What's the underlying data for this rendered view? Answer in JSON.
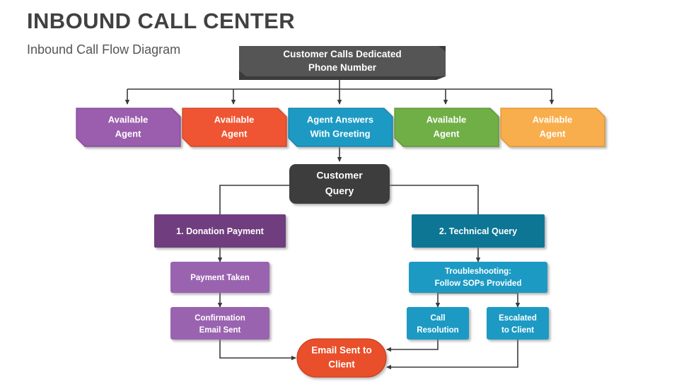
{
  "header": {
    "title": "INBOUND CALL CENTER",
    "subtitle": "Inbound Call Flow Diagram"
  },
  "colors": {
    "title_text": "#414141",
    "subtitle_text": "#555555",
    "dark_gray": "#4A4A4A",
    "query_gray": "#3D3D3D",
    "purple": "#9B5DAE",
    "red_orange": "#EF5533",
    "blue": "#1B9AC4",
    "green": "#6FAF44",
    "orange": "#F9AE4D",
    "dark_purple": "#6F3D7F",
    "light_purple": "#9A63B0",
    "dark_teal": "#0C7694",
    "email_pill": "#E8502A",
    "connector": "#3A3A3A",
    "box_text": "#FFFFFF"
  },
  "diagram": {
    "type": "flowchart",
    "entry": {
      "id": "customer-calls",
      "label_lines": [
        "Customer Calls Dedicated",
        "Phone Number"
      ],
      "shape": "chamfered-bevel",
      "color": "dark_gray"
    },
    "agents": [
      {
        "id": "agent-1",
        "label_lines": [
          "Available",
          "Agent"
        ],
        "color": "purple"
      },
      {
        "id": "agent-2",
        "label_lines": [
          "Available",
          "Agent"
        ],
        "color": "red_orange"
      },
      {
        "id": "agent-3",
        "label_lines": [
          "Agent Answers",
          "With Greeting"
        ],
        "color": "blue"
      },
      {
        "id": "agent-4",
        "label_lines": [
          "Available",
          "Agent"
        ],
        "color": "green"
      },
      {
        "id": "agent-5",
        "label_lines": [
          "Available",
          "Agent"
        ],
        "color": "orange"
      }
    ],
    "query": {
      "id": "customer-query",
      "label_lines": [
        "Customer",
        "Query"
      ],
      "shape": "rounded-rect",
      "color": "query_gray"
    },
    "branch_left": {
      "header": {
        "id": "donation-payment",
        "label_lines": [
          "1. Donation Payment"
        ],
        "color": "dark_purple"
      },
      "steps": [
        {
          "id": "payment-taken",
          "label_lines": [
            "Payment Taken"
          ],
          "color": "light_purple"
        },
        {
          "id": "confirmation-email-sent",
          "label_lines": [
            "Confirmation",
            "Email Sent"
          ],
          "color": "light_purple"
        }
      ]
    },
    "branch_right": {
      "header": {
        "id": "technical-query",
        "label_lines": [
          "2. Technical Query"
        ],
        "color": "dark_teal"
      },
      "steps": [
        {
          "id": "troubleshooting",
          "label_lines": [
            "Troubleshooting:",
            "Follow SOPs Provided"
          ],
          "color": "blue"
        }
      ],
      "outcomes": [
        {
          "id": "call-resolution",
          "label_lines": [
            "Call",
            "Resolution"
          ],
          "color": "blue"
        },
        {
          "id": "escalated-to-client",
          "label_lines": [
            "Escalated",
            "to Client"
          ],
          "color": "blue"
        }
      ]
    },
    "terminal": {
      "id": "email-sent-to-client",
      "label_lines": [
        "Email Sent to",
        "Client"
      ],
      "shape": "pill",
      "color": "email_pill"
    }
  }
}
